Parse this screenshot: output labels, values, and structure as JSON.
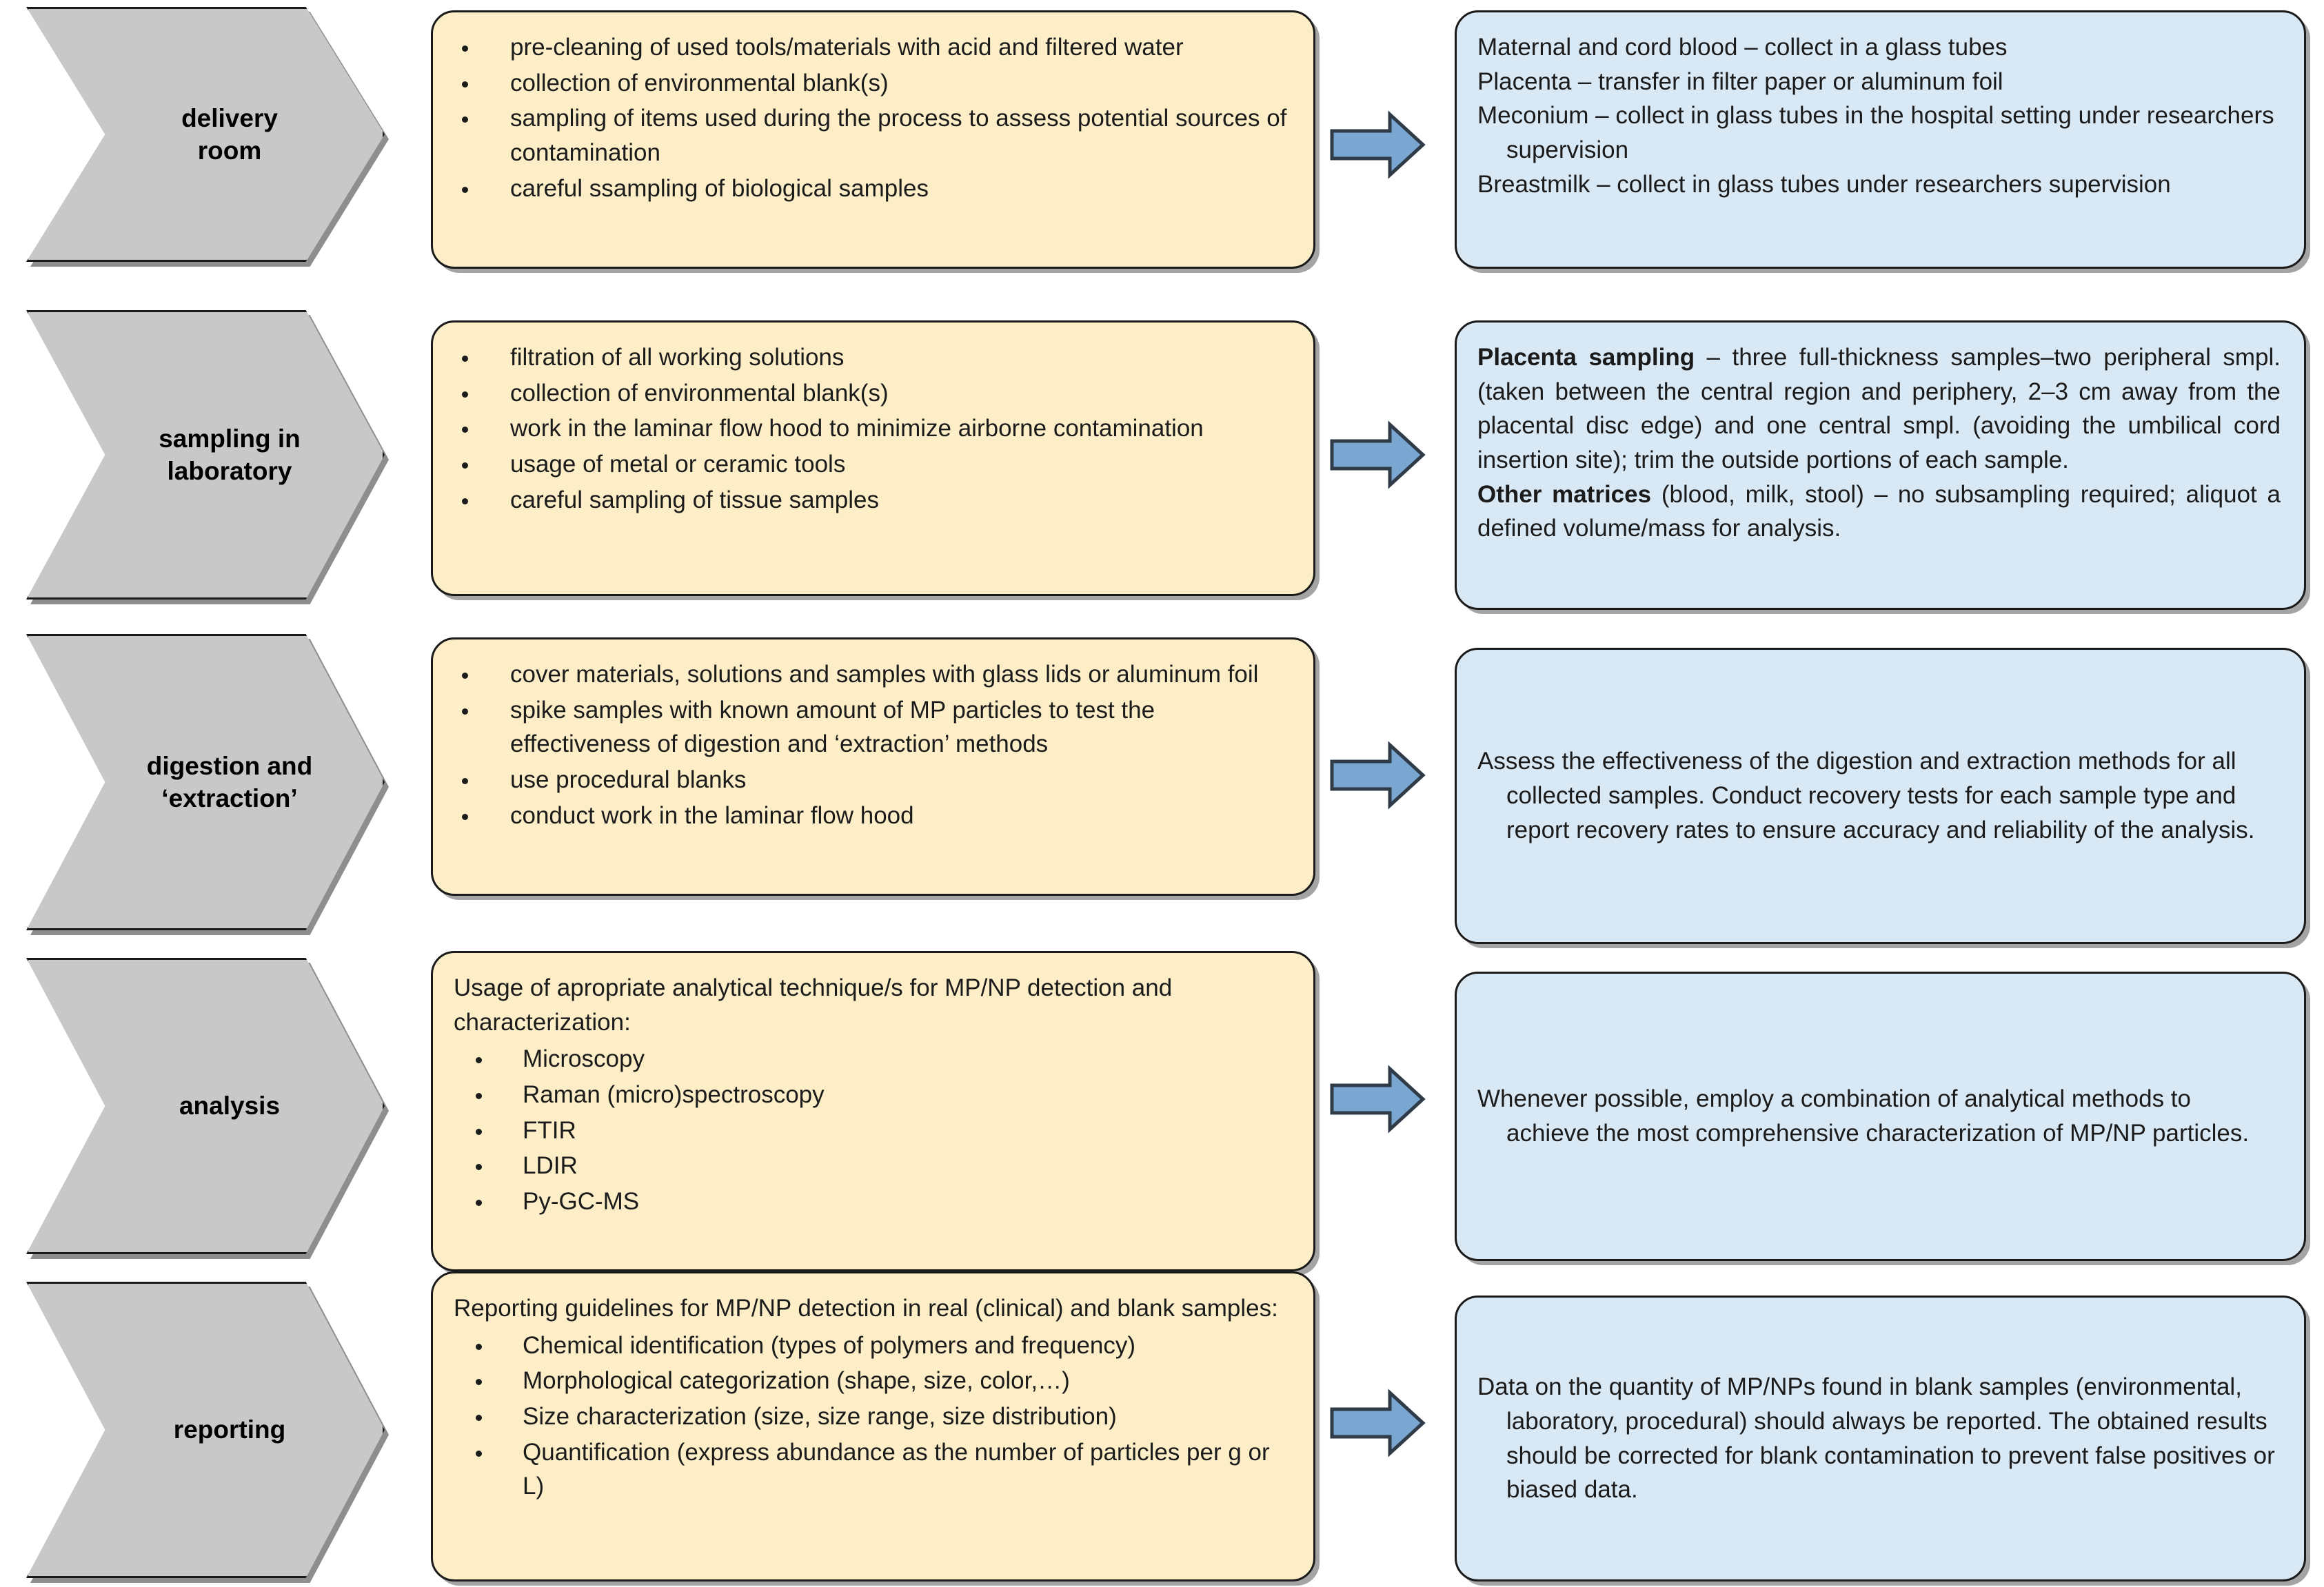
{
  "colors": {
    "stage_fill": "#c8c8c8",
    "stage_stroke": "#1a1a1a",
    "action_fill": "#fdeec8",
    "note_fill": "#d9e8f5",
    "arrow_fill": "#7aa6d2",
    "arrow_stroke": "#2f3b47",
    "text": "#1b1b1b"
  },
  "rows": [
    {
      "stage": "delivery\nroom",
      "actions": {
        "type": "bullets",
        "items": [
          "pre-cleaning of used tools/materials with acid and filtered water",
          "collection of environmental blank(s)",
          "sampling of items used during the process to assess potential sources of contamination",
          "careful ssampling of biological samples"
        ]
      },
      "note": {
        "type": "lines",
        "align": "left",
        "lines": [
          "Maternal and  cord blood – collect in a glass tubes",
          "Placenta – transfer in filter paper or aluminum foil",
          "Meconium – collect in glass tubes  in the hospital setting under researchers supervision",
          "Breastmilk – collect in glass tubes under researchers supervision"
        ]
      }
    },
    {
      "stage": "sampling in\nlaboratory",
      "actions": {
        "type": "bullets",
        "items": [
          "filtration of all working solutions",
          "collection of environmental blank(s)",
          "work in the laminar flow hood to minimize airborne contamination",
          "usage of metal or ceramic tools",
          "careful sampling of tissue samples"
        ]
      },
      "note": {
        "type": "rich",
        "align": "justify",
        "paragraphs": [
          {
            "bold_lead": "Placenta sampling",
            "rest": " – three full-thickness samples–two peripheral smpl. (taken between the central region and periphery, 2–3 cm away from the placental disc edge) and one central smpl. (avoiding the umbilical cord insertion site); trim the outside portions of each sample."
          },
          {
            "bold_lead": "Other matrices",
            "rest": " (blood, milk, stool) – no subsampling required; aliquot a defined volume/mass for analysis."
          }
        ]
      }
    },
    {
      "stage": "digestion and\n‘extraction’",
      "actions": {
        "type": "bullets",
        "items": [
          "cover materials, solutions and samples with glass lids or aluminum foil",
          "spike samples with known amount of MP particles to test the effectiveness of digestion and ‘extraction’ methods",
          "use procedural blanks",
          "conduct work in the laminar flow hood"
        ]
      },
      "note": {
        "type": "lines",
        "align": "left",
        "lines": [
          "Assess the effectiveness of the  digestion and extraction methods  for all collected samples. Conduct recovery tests for each sample type and report recovery rates to ensure accuracy and reliability of the analysis."
        ]
      }
    },
    {
      "stage": "analysis",
      "actions": {
        "type": "intro-bullets",
        "intro": "Usage of apropriate analytical technique/s for MP/NP detection and characterization:",
        "items": [
          "Microscopy",
          "Raman (micro)spectroscopy",
          "FTIR",
          "LDIR",
          "Py-GC-MS"
        ]
      },
      "note": {
        "type": "lines",
        "align": "left",
        "lines": [
          "Whenever possible, employ a combination of analytical methods to achieve the most comprehensive characterization of MP/NP particles."
        ]
      }
    },
    {
      "stage": "reporting",
      "actions": {
        "type": "intro-bullets",
        "intro": "Reporting guidelines for MP/NP detection in real (clinical) and blank samples:",
        "items": [
          "Chemical identification (types of polymers and frequency)",
          "Morphological categorization (shape, size, color,…)",
          "Size characterization (size, size range, size distribution)",
          "Quantification (express abundance as the number of particles per g or L)"
        ]
      },
      "note": {
        "type": "lines",
        "align": "left",
        "lines": [
          "Data on the quantity of MP/NPs found in blank samples (environmental, laboratory, procedural) should always be reported. The obtained results should be corrected for blank contamination to prevent false positives or biased data."
        ]
      }
    }
  ]
}
